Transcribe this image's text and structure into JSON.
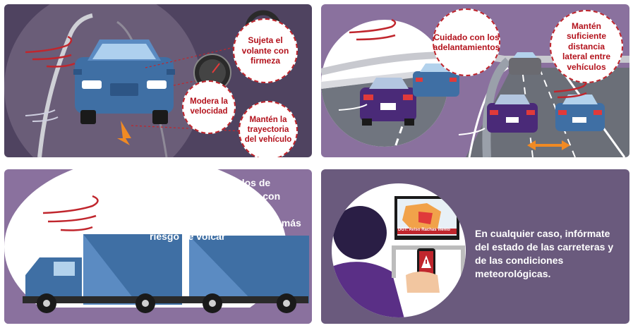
{
  "panel1": {
    "bubble_wheel": "Sujeta el volante con firmeza",
    "bubble_speed": "Modera la velocidad",
    "bubble_path": "Mantén la trayectoria del vehículo"
  },
  "panel2": {
    "bubble_overtake": "Cuidado con los adelantamientos",
    "bubble_distance": "Mantén suficiente distancia lateral entre vehículos"
  },
  "panel3": {
    "text": "Si conduces vehículos de grandes dimensiones o con remolque, extrema las precauciones ya que tienes más riesgo de volcar"
  },
  "panel4": {
    "tv_banner": "DGT: Aviso Rachas viento",
    "text": "En cualquier caso, infórmate del estado de las carreteras y de las condiciones meteorológicas."
  },
  "colors": {
    "red_accent": "#c0262d",
    "blue_vehicle": "#3f6fa4",
    "purple_vehicle": "#4a2a78",
    "orange_arrow": "#f08a24"
  }
}
